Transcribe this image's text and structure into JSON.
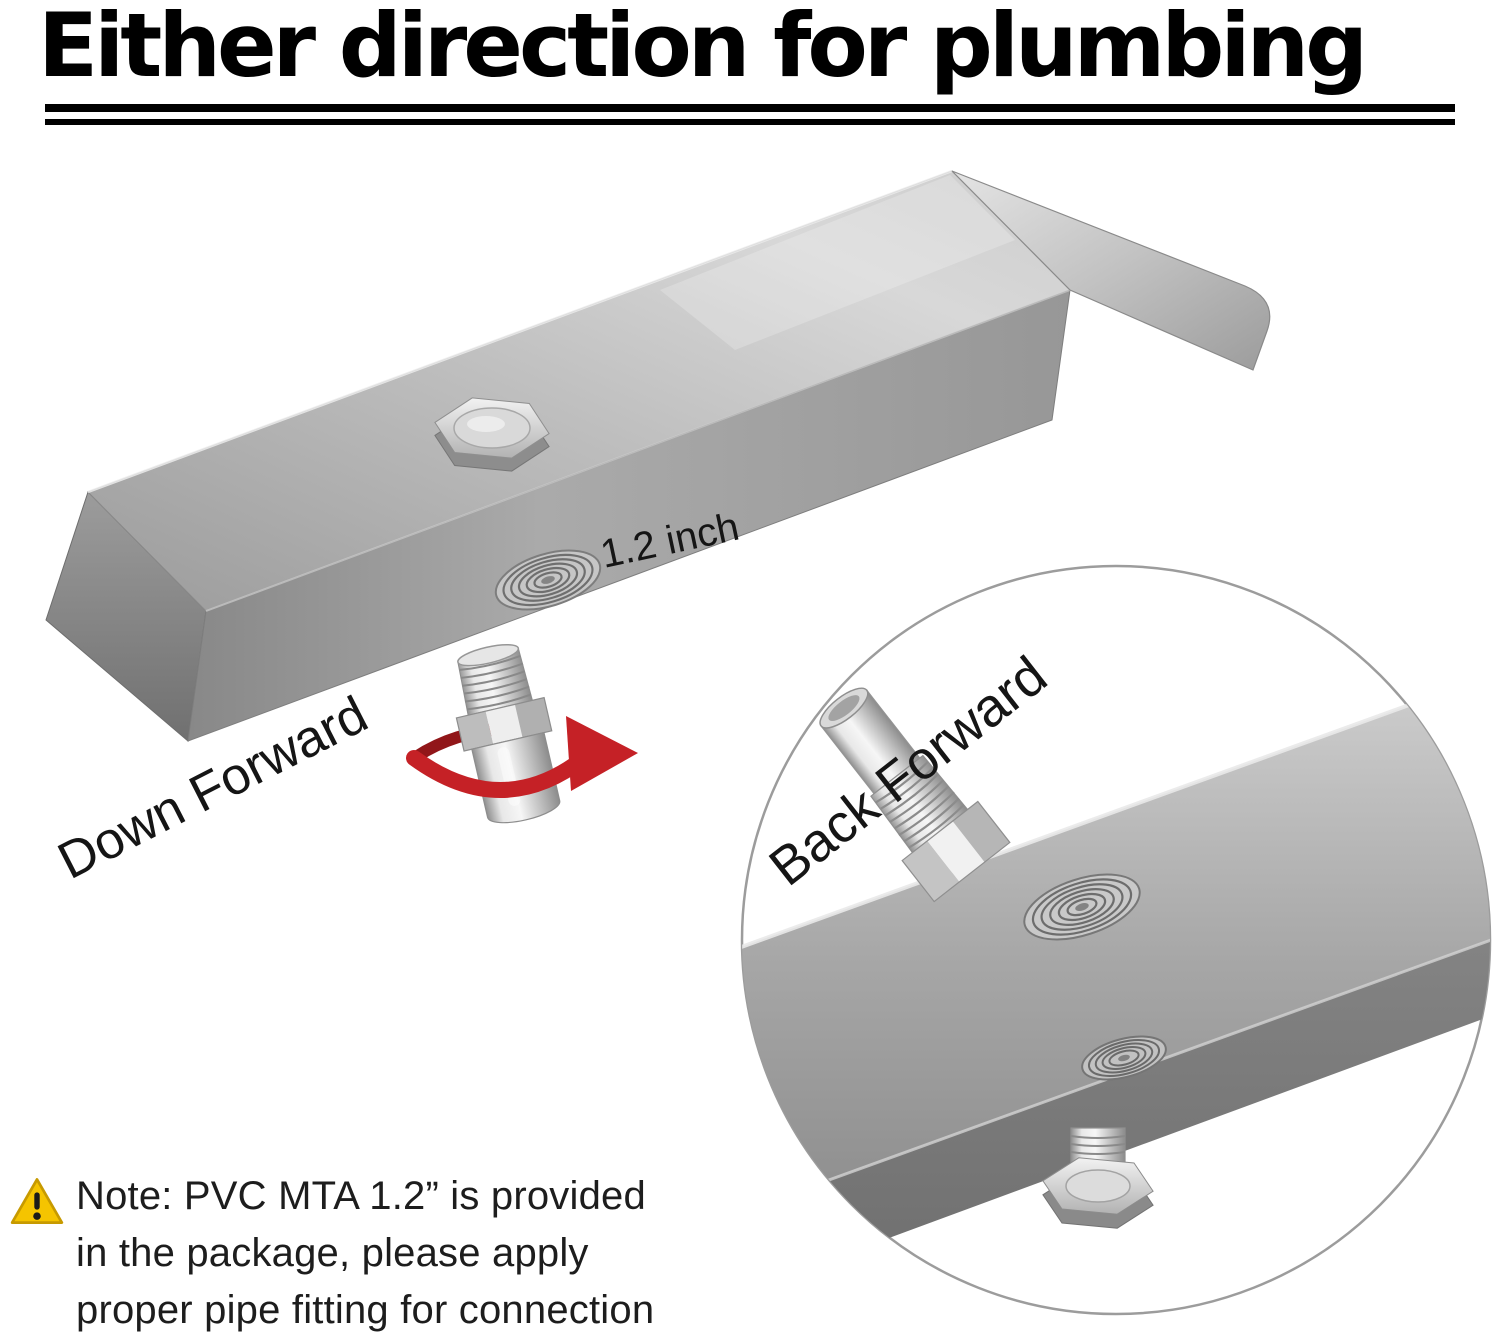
{
  "title": "Either direction for plumbing",
  "diagram": {
    "hole_label": "1.2 inch",
    "main_direction_label": "Down Forward",
    "inset_direction_label": "Back Forward"
  },
  "note": {
    "lines": [
      "Note: PVC MTA 1.2” is provided",
      "in the package, please apply",
      "proper pipe fitting for connection"
    ]
  },
  "colors": {
    "arrow_red": "#c52126",
    "arrow_red_dark": "#911619",
    "warning_yellow": "#f5c400",
    "warning_border": "#c79a00",
    "text": "#151515"
  }
}
